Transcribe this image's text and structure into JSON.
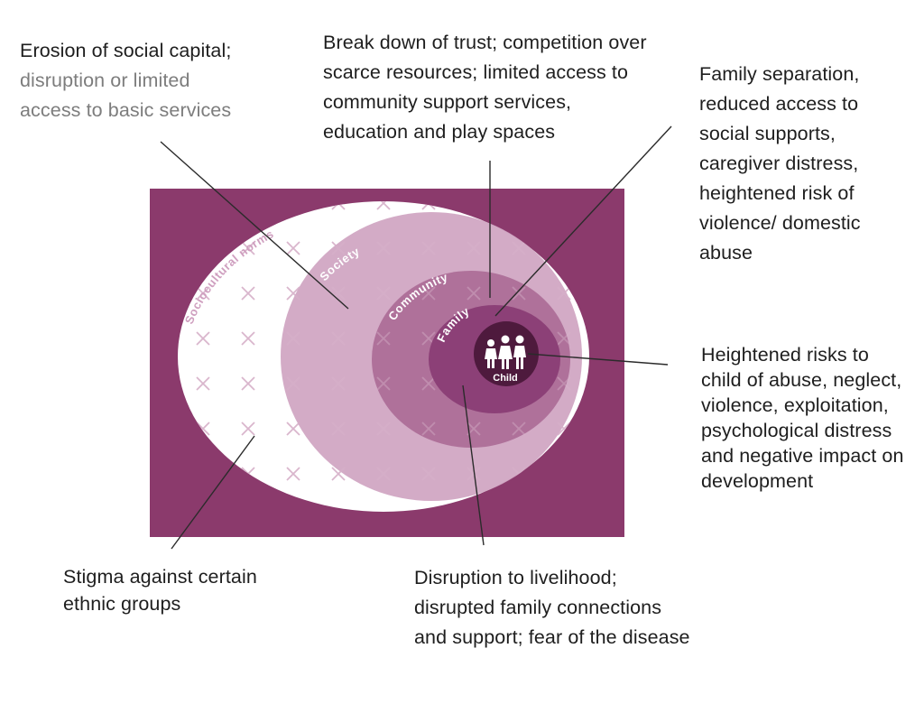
{
  "diagram": {
    "levels": {
      "sociocultural": "Sociocultural norms",
      "society": "Society",
      "community": "Community",
      "family": "Family",
      "child": "Child"
    },
    "colors": {
      "background": "#8b3a6c",
      "sociocultural": "#ffffff",
      "society": "#cfa4c1",
      "community": "#ad6e98",
      "family": "#8c4077",
      "child": "#4e1a3d",
      "cross": "#d9b6cd"
    },
    "annotations": {
      "top_left": {
        "dark": "Erosion of social capital;",
        "muted": "disruption or limited access to basic services"
      },
      "top_center": "Break down of trust; competition over scarce resources; limited access to community support services, education and play spaces",
      "top_right": "Family separation, reduced access to social supports, caregiver distress, heightened risk of violence/ domestic abuse",
      "right": "Heightened risks to child of abuse, neglect, violence, exploitation, psychological distress and negative impact on development",
      "bottom_left": "Stigma against certain ethnic groups",
      "bottom_center": "Disruption to livelihood; disrupted family connections and support; fear of the disease"
    }
  }
}
